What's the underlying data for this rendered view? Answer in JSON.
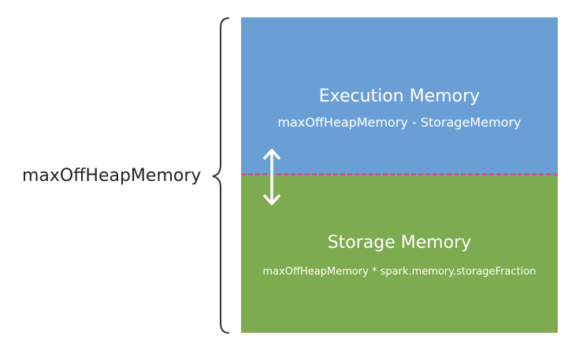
{
  "side_label": "maxOffHeapMemory",
  "execution": {
    "title": "Execution Memory",
    "formula": "maxOffHeapMemory - StorageMemory"
  },
  "storage": {
    "title": "Storage Memory",
    "formula": "maxOffHeapMemory * spark.memory.storageFraction"
  },
  "colors": {
    "execution_fill": "#6a9fd6",
    "storage_fill": "#7eaa50",
    "divider": "#d9546e",
    "text": "#ffffff",
    "brace": "#333333"
  },
  "icons": {
    "brace": "curly-brace-icon",
    "arrow": "double-arrow-vertical-icon"
  }
}
